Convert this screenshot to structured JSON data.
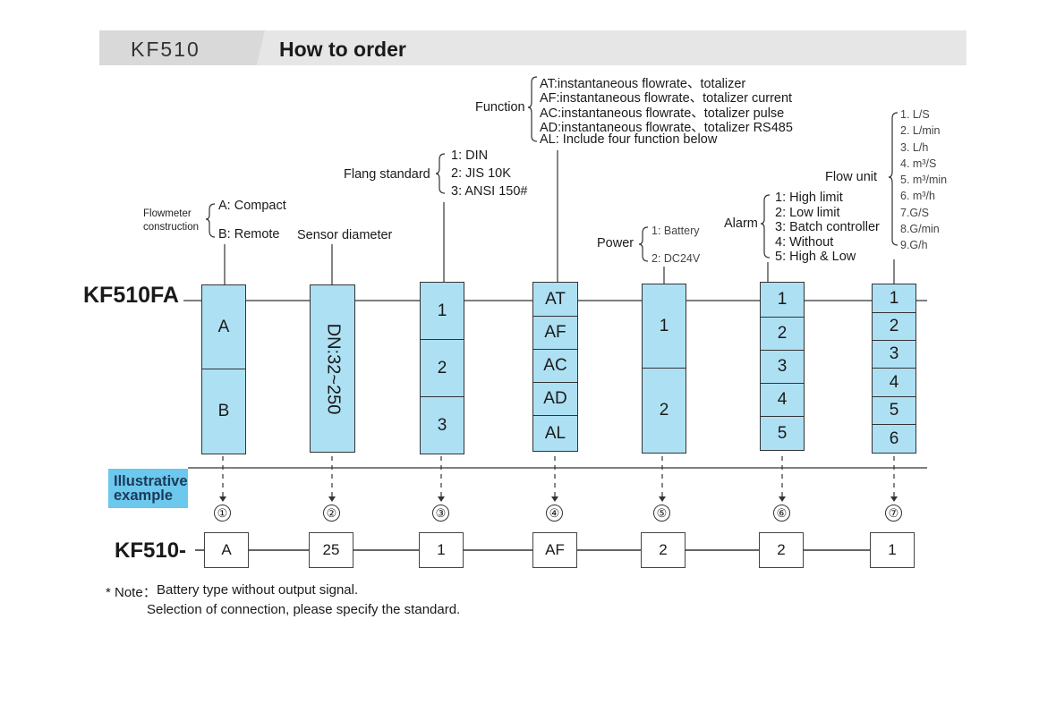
{
  "header": {
    "model": "KF510",
    "title": "How to order"
  },
  "model_code": "KF510FA",
  "example_prefix": "KF510-",
  "illustrative_label": [
    "Illustrative",
    "example"
  ],
  "sections": {
    "construction": {
      "title": [
        "Flowmeter",
        "construction"
      ],
      "options": [
        "A: Compact",
        "B: Remote"
      ],
      "cells": [
        "A",
        "B"
      ]
    },
    "sensor": {
      "title": "Sensor diameter",
      "cell": "DN:32~250"
    },
    "flange": {
      "title": "Flang standard",
      "options": [
        "1: DIN",
        "2: JIS 10K",
        "3: ANSI 150#"
      ],
      "cells": [
        "1",
        "2",
        "3"
      ]
    },
    "function": {
      "title": "Function",
      "options": [
        "AT:instantaneous flowrate、totalizer",
        "AF:instantaneous flowrate、totalizer  current",
        "AC:instantaneous flowrate、totalizer  pulse",
        "AD:instantaneous flowrate、totalizer  RS485",
        "AL: Include four function below"
      ],
      "cells": [
        "AT",
        "AF",
        "AC",
        "AD",
        "AL"
      ]
    },
    "power": {
      "title": "Power",
      "options": [
        "1: Battery",
        "2: DC24V"
      ],
      "cells": [
        "1",
        "2"
      ]
    },
    "alarm": {
      "title": "Alarm",
      "options": [
        "1: High limit",
        "2: Low limit",
        "3: Batch controller",
        "4: Without",
        "5: High & Low"
      ],
      "cells": [
        "1",
        "2",
        "3",
        "4",
        "5"
      ]
    },
    "flow_unit": {
      "title": "Flow unit",
      "options": [
        "1. L/S",
        "2. L/min",
        "3. L/h",
        "4. m³/S",
        "5. m³/min",
        "6. m³/h",
        "7.G/S",
        "8.G/min",
        "9.G/h"
      ],
      "cells": [
        "1",
        "2",
        "3",
        "4",
        "5",
        "6"
      ]
    }
  },
  "example": {
    "markers": [
      "①",
      "②",
      "③",
      "④",
      "⑤",
      "⑥",
      "⑦"
    ],
    "values": [
      "A",
      "25",
      "1",
      "AF",
      "2",
      "2",
      "1"
    ]
  },
  "note": {
    "prefix": "* Note：",
    "lines": [
      "Battery type without output signal.",
      "Selection of connection, please specify the standard."
    ]
  },
  "colors": {
    "cell_fill": "#aee0f4",
    "illustrative_fill": "#6cc8ec",
    "header_fill": "#e6e6e6"
  }
}
